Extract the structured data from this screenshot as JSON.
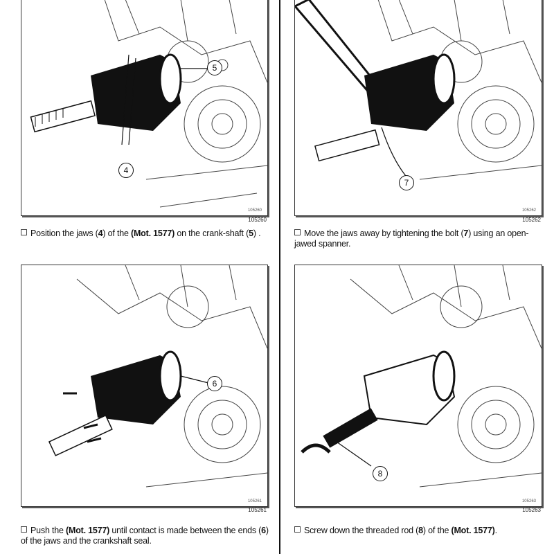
{
  "figures": [
    {
      "id_inner": "105260",
      "id_outer": "105260",
      "callouts": [
        "5",
        "4"
      ],
      "caption": {
        "pre": "Position the jaws (",
        "n1": "4",
        "mid1": ") of the ",
        "tool": "(Mot. 1577)",
        "mid2": " on the crank-shaft (",
        "n2": "5",
        "post": ") ."
      }
    },
    {
      "id_inner": "105262",
      "id_outer": "105262",
      "callouts": [
        "7"
      ],
      "caption": {
        "pre": "Move the jaws away by tightening the bolt (",
        "n1": "7",
        "post": ") using an open-jawed spanner."
      }
    },
    {
      "id_inner": "105261",
      "id_outer": "105261",
      "callouts": [
        "6"
      ],
      "caption": {
        "pre": "Push the ",
        "tool": "(Mot. 1577)",
        "mid1": " until contact is made between the ends (",
        "n1": "6",
        "post": ") of the jaws and the crankshaft seal."
      }
    },
    {
      "id_inner": "105263",
      "id_outer": "105263",
      "callouts": [
        "8"
      ],
      "caption": {
        "pre": "Screw down the threaded rod (",
        "n1": "8",
        "mid1": ") of the ",
        "tool": "(Mot. 1577)",
        "post": "."
      }
    }
  ]
}
